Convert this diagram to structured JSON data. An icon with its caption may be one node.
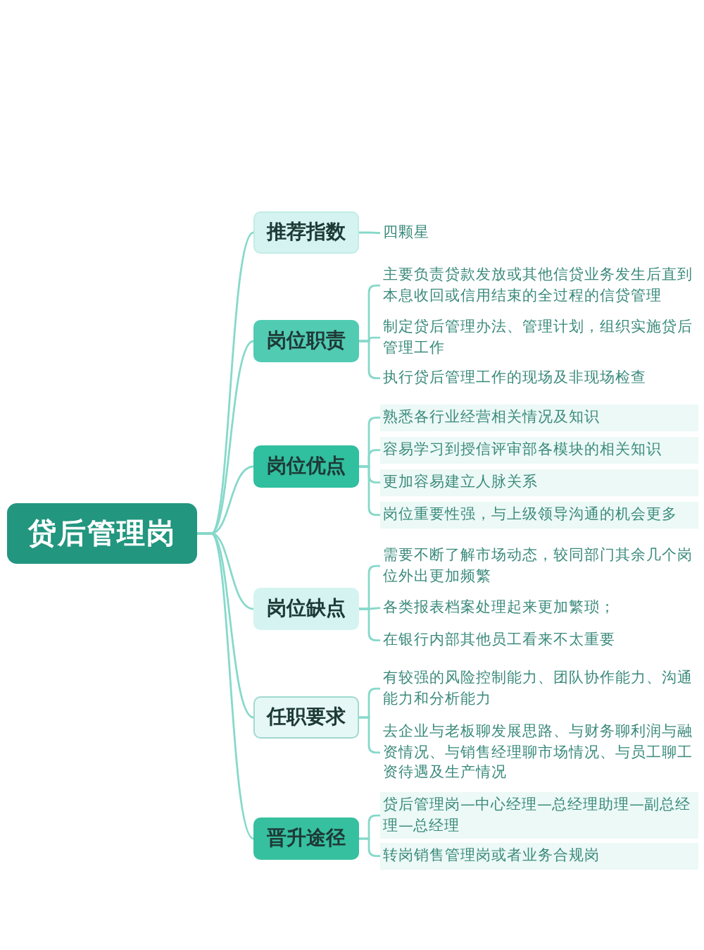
{
  "diagram": {
    "nodes": [
      {
        "text": [
          "贷后管理岗"
        ]
      },
      {
        "text": [
          "推荐指数"
        ]
      },
      {
        "text": [
          "岗位职责"
        ]
      },
      {
        "text": [
          "岗位优点"
        ]
      },
      {
        "text": [
          "岗位缺点"
        ]
      },
      {
        "text": [
          "任职要求"
        ]
      },
      {
        "text": [
          "晋升途径"
        ]
      },
      {
        "text": [
          "四颗星"
        ]
      },
      {
        "text": [
          "主要负责贷款发放或其他信贷业务发生后直到本息收回或信用结束的全过程的信贷管理"
        ]
      },
      {
        "text": [
          "制定贷后管理办法、管理计划，组织实施贷后管理工作"
        ]
      },
      {
        "text": [
          "执行贷后管理工作的现场及非现场检查"
        ]
      },
      {
        "text": [
          "熟悉各行业经营相关情况及知识"
        ]
      },
      {
        "text": [
          "容易学习到授信评审部各模块的相关知识"
        ]
      },
      {
        "text": [
          "更加容易建立人脉关系"
        ]
      },
      {
        "text": [
          "岗位重要性强，与上级领导沟通的机会更多"
        ]
      },
      {
        "text": [
          "需要不断了解市场动态，较同部门其余几个岗位外出更加频繁"
        ]
      },
      {
        "text": [
          "各类报表档案处理起来更加繁琐；"
        ]
      },
      {
        "text": [
          "在银行内部其他员工看来不太重要"
        ]
      },
      {
        "text": [
          "有较强的风险控制能力、团队协作能力、沟通能力和分析能力"
        ]
      },
      {
        "text": [
          "去企业与老板聊发展思路、与财务聊利润与融资情况、与销售经理聊市场情况、与员工聊工资待遇及生产情况"
        ]
      },
      {
        "text": [
          "贷后管理岗—中心经理—总经理助理—副总经理—总经理"
        ]
      },
      {
        "text": [
          "转岗销售管理岗或者业务合规岗"
        ]
      }
    ],
    "edges": [
      {
        "from": 0,
        "to": 1,
        "arrow": "none"
      },
      {
        "from": 0,
        "to": 2,
        "arrow": "none"
      },
      {
        "from": 0,
        "to": 3,
        "arrow": "none"
      },
      {
        "from": 0,
        "to": 4,
        "arrow": "none"
      },
      {
        "from": 0,
        "to": 5,
        "arrow": "none"
      },
      {
        "from": 0,
        "to": 6,
        "arrow": "none"
      },
      {
        "from": 1,
        "to": 7,
        "arrow": "none"
      },
      {
        "from": 2,
        "to": 8,
        "arrow": "none"
      },
      {
        "from": 2,
        "to": 9,
        "arrow": "none"
      },
      {
        "from": 2,
        "to": 10,
        "arrow": "none"
      },
      {
        "from": 3,
        "to": 11,
        "arrow": "none"
      },
      {
        "from": 3,
        "to": 12,
        "arrow": "none"
      },
      {
        "from": 3,
        "to": 13,
        "arrow": "none"
      },
      {
        "from": 3,
        "to": 14,
        "arrow": "none"
      },
      {
        "from": 4,
        "to": 15,
        "arrow": "none"
      },
      {
        "from": 4,
        "to": 16,
        "arrow": "none"
      },
      {
        "from": 4,
        "to": 17,
        "arrow": "none"
      },
      {
        "from": 5,
        "to": 18,
        "arrow": "none"
      },
      {
        "from": 5,
        "to": 19,
        "arrow": "none"
      },
      {
        "from": 6,
        "to": 20,
        "arrow": "none"
      },
      {
        "from": 6,
        "to": 21,
        "arrow": "none"
      }
    ]
  }
}
